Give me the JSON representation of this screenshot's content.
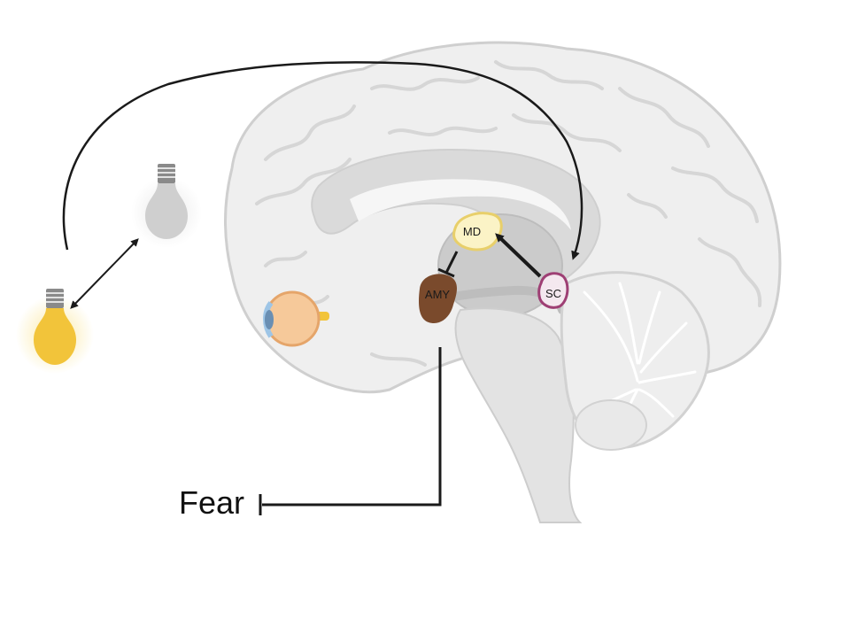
{
  "labels": {
    "md": "MD",
    "amy": "AMY",
    "sc": "SC",
    "fear": "Fear"
  },
  "colors": {
    "brain_fill": "#efefef",
    "brain_outline": "#cfcfcf",
    "gyri": "#dadada",
    "inner_fill": "#dcdcdc",
    "thalamus": "#c9c9c9",
    "md_fill": "#fbf3c6",
    "md_stroke": "#e8cf6a",
    "amy_fill": "#7a4a2c",
    "sc_fill": "#f4e8ef",
    "sc_stroke": "#9e3f74",
    "bulb_on": "#f2c43a",
    "bulb_off": "#cfcfcf",
    "eye_fill": "#f6c99a",
    "arrow": "#1a1a1a"
  },
  "icons": [
    "lit-bulb-icon",
    "unlit-bulb-icon",
    "eye-icon"
  ]
}
